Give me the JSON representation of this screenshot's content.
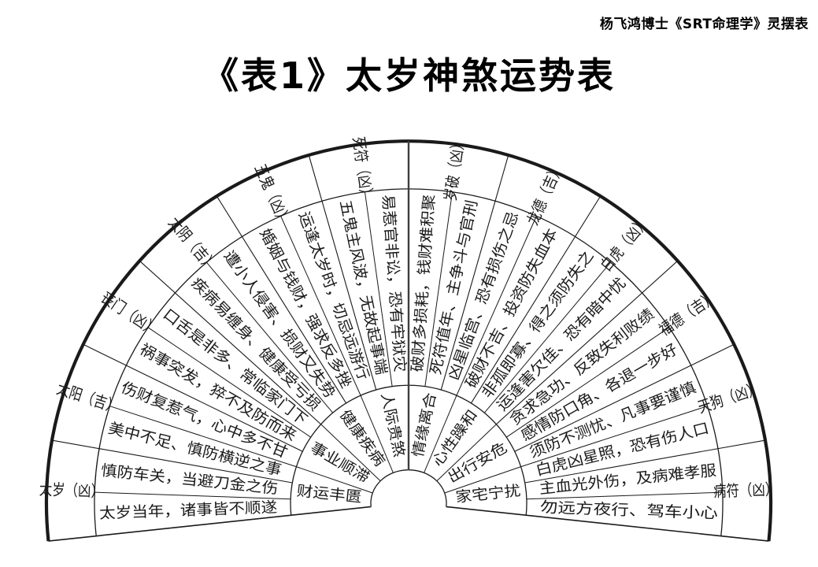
{
  "header": {
    "credit": "杨飞鸿博士《SRT命理学》灵摆表"
  },
  "title": "《表1》太岁神煞运势表",
  "chart_data": {
    "type": "fan",
    "title": "《表1》太岁神煞运势表",
    "subtitle": "杨飞鸿博士《SRT命理学》灵摆表",
    "legend_position": "none",
    "grid": "radial",
    "sectors": [
      {
        "name": "太岁（凶）",
        "verdict": "凶",
        "lines": [
          "太岁当年，诸事皆不顺遂",
          "慎防车关，当避刀金之伤"
        ]
      },
      {
        "name": "太阳（吉）",
        "verdict": "吉",
        "lines": [
          "美中不足、慎防横逆之事",
          "伤财复惹气，心中多不甘"
        ]
      },
      {
        "name": "丧门（凶）",
        "verdict": "凶",
        "lines": [
          "祸事突发，猝不及防而来",
          "口舌是非多、常临家门下"
        ]
      },
      {
        "name": "太阴（吉）",
        "verdict": "吉",
        "lines": [
          "疾病易缠身、健康受亏损",
          "遭小人侵害、损财又失势"
        ]
      },
      {
        "name": "五鬼（凶）",
        "verdict": "凶",
        "lines": [
          "婚姻与钱财，强求反多挫",
          "运逢太岁时，切忌远游行"
        ]
      },
      {
        "name": "死符（凶）",
        "verdict": "凶",
        "lines": [
          "五鬼主风波，无故起事端",
          "易惹官非讼，恐有牢狱灾"
        ]
      },
      {
        "name": "岁破（凶）",
        "verdict": "凶",
        "lines": [
          "破财多损耗，钱财难积聚",
          "死符值年、主争斗与官刑"
        ]
      },
      {
        "name": "龙德（吉）",
        "verdict": "吉",
        "lines": [
          "凶星临宫、恐有损伤之忌",
          "破财不吉、投资防失血本"
        ]
      },
      {
        "name": "白虎（凶）",
        "verdict": "凶",
        "lines": [
          "非孤即寡、得之须防失之",
          "运逢害欠佳、恐有暗中忧"
        ]
      },
      {
        "name": "福德（吉）",
        "verdict": "吉",
        "lines": [
          "贪求急功、反致失利败绩",
          "感情防口角、各退一步好"
        ]
      },
      {
        "name": "天狗（凶）",
        "verdict": "凶",
        "lines": [
          "须防不测忧、凡事要谨慎",
          "白虎凶星照，恐有伤人口"
        ]
      },
      {
        "name": "病符（凶）",
        "verdict": "凶",
        "lines": [
          "主血光外伤，及病难孝服",
          "勿远方夜行、驾车小心"
        ]
      }
    ],
    "inner_categories": [
      "财运丰匮",
      "事业顺滞",
      "健康疾病",
      "人际贵煞",
      "情缘离合",
      "心性躁和",
      "出行安危",
      "家宅宁扰"
    ],
    "layout": {
      "span_deg": 192,
      "start_deg": 186,
      "sector_count": 12,
      "lines_per_sector": 2,
      "category_count": 8,
      "center": [
        519,
        639
      ],
      "radius_outer": 460,
      "radius_band_inner": 399,
      "radius_category": 150,
      "radius_hub": 48
    },
    "colors": {
      "ink": "#1a1a1a",
      "mid_divider": "#3f3f3f",
      "background": "#ffffff"
    }
  }
}
